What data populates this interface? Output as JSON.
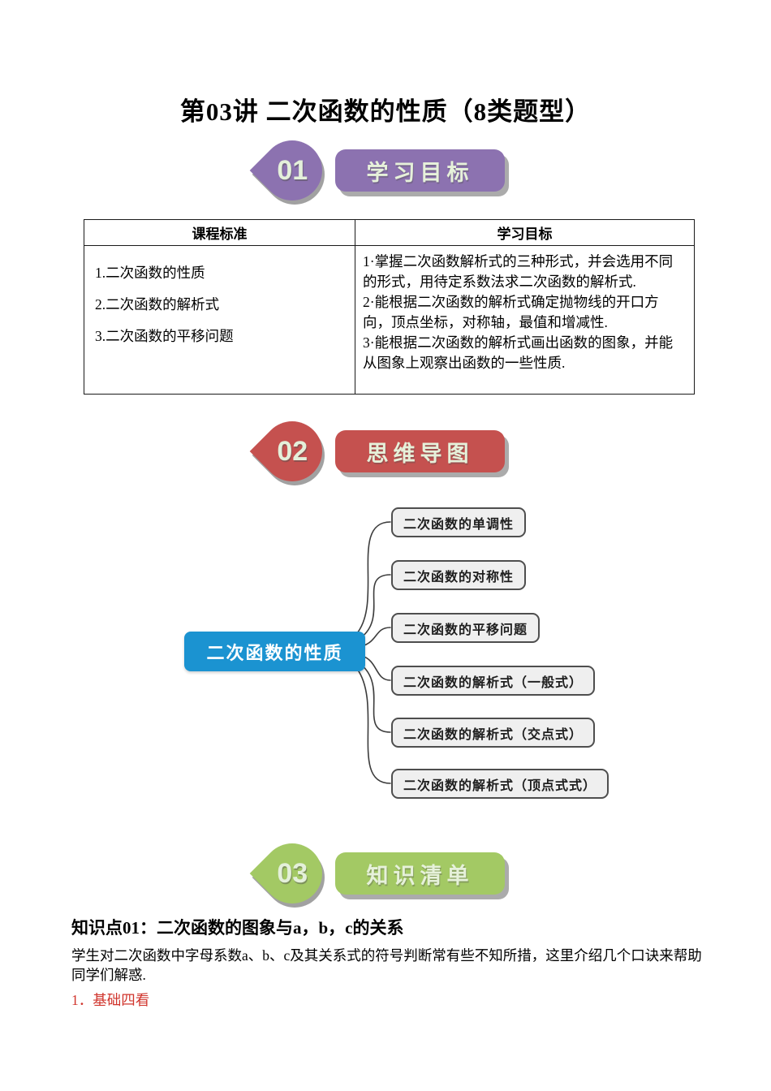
{
  "title": "第03讲 二次函数的性质（8类题型）",
  "sections": [
    {
      "number": "01",
      "label": "学习目标",
      "color": "#8c72b0"
    },
    {
      "number": "02",
      "label": "思维导图",
      "color": "#c5514f"
    },
    {
      "number": "03",
      "label": "知识清单",
      "color": "#a3c964"
    }
  ],
  "table": {
    "headers": [
      "课程标准",
      "学习目标"
    ],
    "standards": [
      "1.二次函数的性质",
      "2.二次函数的解析式",
      "3.二次函数的平移问题"
    ],
    "objectives": [
      "1·掌握二次函数解析式的三种形式，并会选用不同的形式，用待定系数法求二次函数的解析式.",
      "2·能根据二次函数的解析式确定抛物线的开口方向，顶点坐标，对称轴，最值和增减性.",
      "3·能根据二次函数的解析式画出函数的图象，并能从图象上观察出函数的一些性质."
    ]
  },
  "mindmap": {
    "root": "二次函数的性质",
    "root_color": "#1b93d1",
    "branch_fill": "#efefef",
    "line_color": "#3c3c3c",
    "branches": [
      "二次函数的单调性",
      "二次函数的对称性",
      "二次函数的平移问题",
      "二次函数的解析式（一般式）",
      "二次函数的解析式（交点式）",
      "二次函数的解析式（顶点式式）"
    ]
  },
  "knowledge": {
    "heading": "知识点01：二次函数的图象与a，b，c的关系",
    "paragraph": "学生对二次函数中字母系数a、b、c及其关系式的符号判断常有些不知所措，这里介绍几个口诀来帮助同学们解惑.",
    "red_item": "1．基础四看",
    "red_color": "#d0342c"
  }
}
